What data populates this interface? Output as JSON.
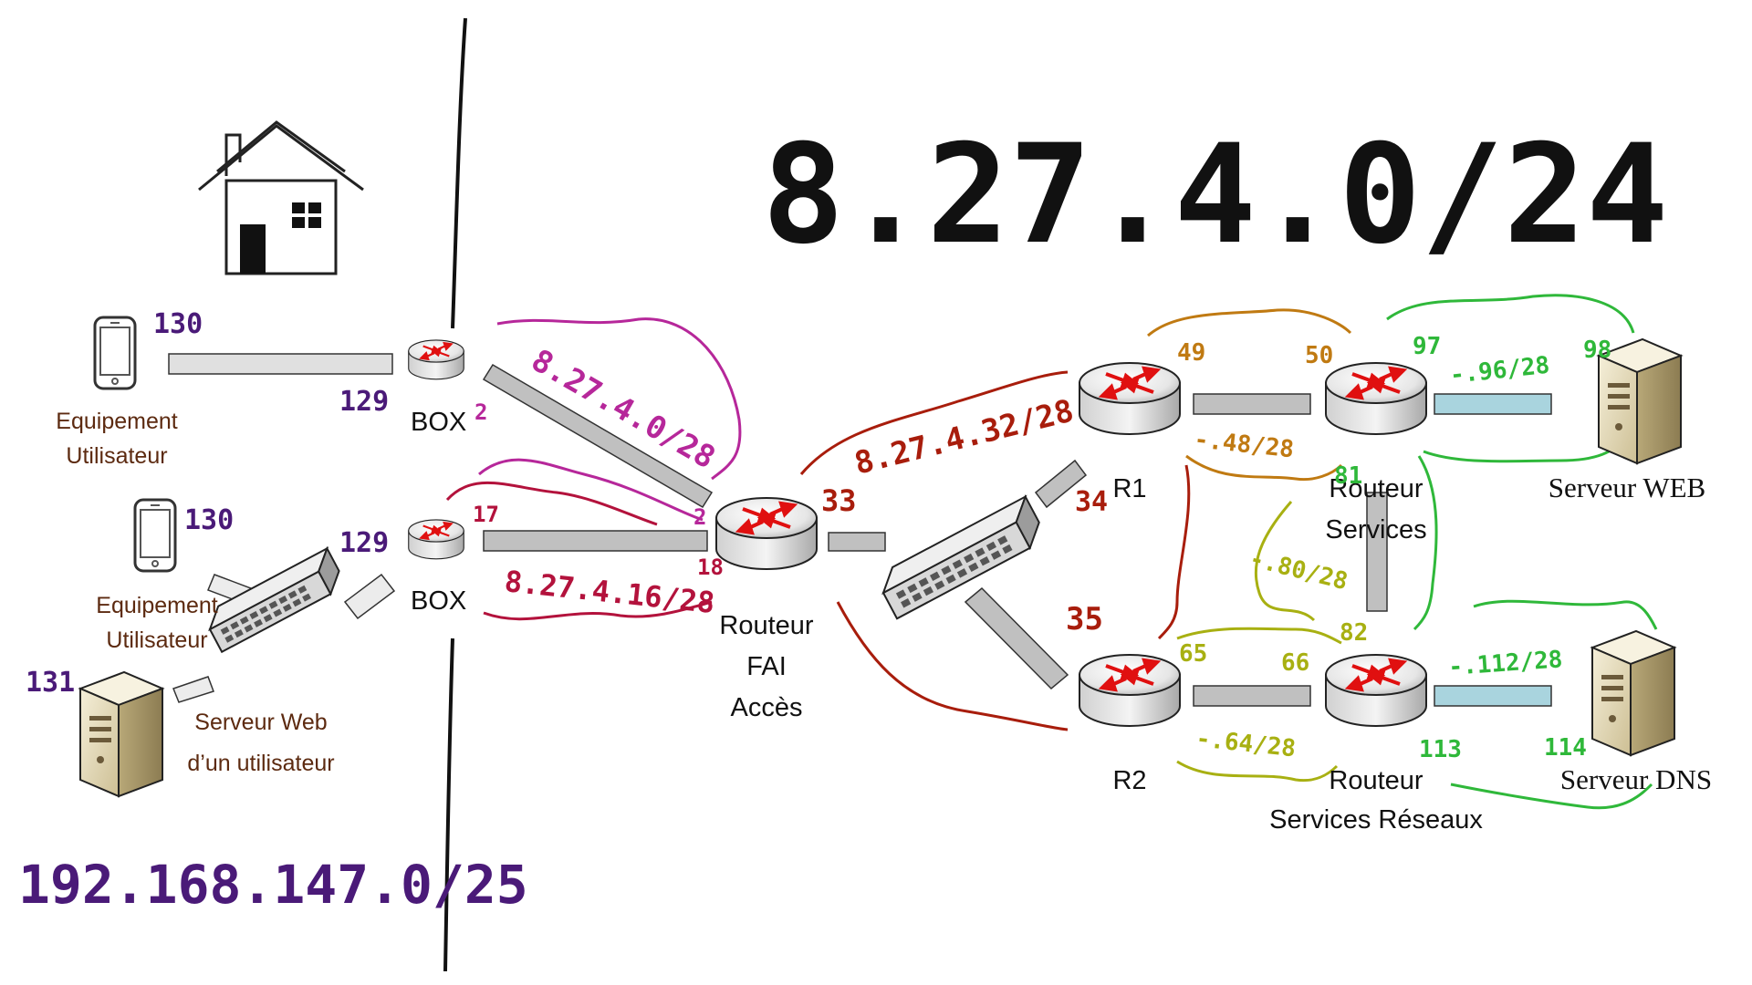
{
  "title": "8.27.4.0/24",
  "lan_network": "192.168.147.0/25",
  "devices": {
    "box_top": "BOX",
    "box_bottom": "BOX",
    "user_device_1": [
      "Equipement",
      "Utilisateur"
    ],
    "user_device_2": [
      "Equipement",
      "Utilisateur"
    ],
    "user_web_server": [
      "Serveur Web",
      "d’un utilisateur"
    ],
    "fai_router": [
      "Routeur",
      "FAI",
      "Accès"
    ],
    "r1": "R1",
    "r2": "R2",
    "services_router": [
      "Routeur",
      "Services"
    ],
    "network_services_router": [
      "Routeur",
      "Services Réseaux"
    ],
    "web_server": "Serveur WEB",
    "dns_server": "Serveur DNS"
  },
  "host_numbers": {
    "phone1": "130",
    "box1_lan": "129",
    "box1_wan": "2",
    "phone2": "130",
    "box2_lan": "129",
    "box2_wan": "17",
    "user_server": "131",
    "fai_top": "2",
    "fai_bottom": "18",
    "fai_right": "33",
    "r1_left": "34",
    "r2_left": "35",
    "r1_right": "49",
    "rs_left": "50",
    "rs_right": "97",
    "web": "98",
    "rs_bottom": "81",
    "rsr_top": "82",
    "r2_right": "65",
    "rsr_left": "66",
    "rsr_right": "113",
    "dns": "114"
  },
  "subnets": {
    "box1_fai": "8.27.4.0/28",
    "box2_fai": "8.27.4.16/28",
    "fai_core": "8.27.4.32/28",
    "r1_rs": "-.48/28",
    "rs_web": "-.96/28",
    "rs_rsr": "-.80/28",
    "r2_rsr": "-.64/28",
    "rsr_dns": "-.112/28"
  },
  "colors": {
    "purple": "#4a1a78",
    "magenta": "#b6279a",
    "crimson": "#b3123c",
    "darkred": "#a81d0c",
    "orange": "#c07a12",
    "olive": "#a8b012",
    "green": "#2fb83a",
    "router_arrows": "#e01010",
    "link_gray": "#c0c0c0",
    "link_blue": "#a9d4de"
  },
  "icons": [
    "house-icon",
    "smartphone-icon",
    "router-icon",
    "switch-icon",
    "server-icon"
  ]
}
